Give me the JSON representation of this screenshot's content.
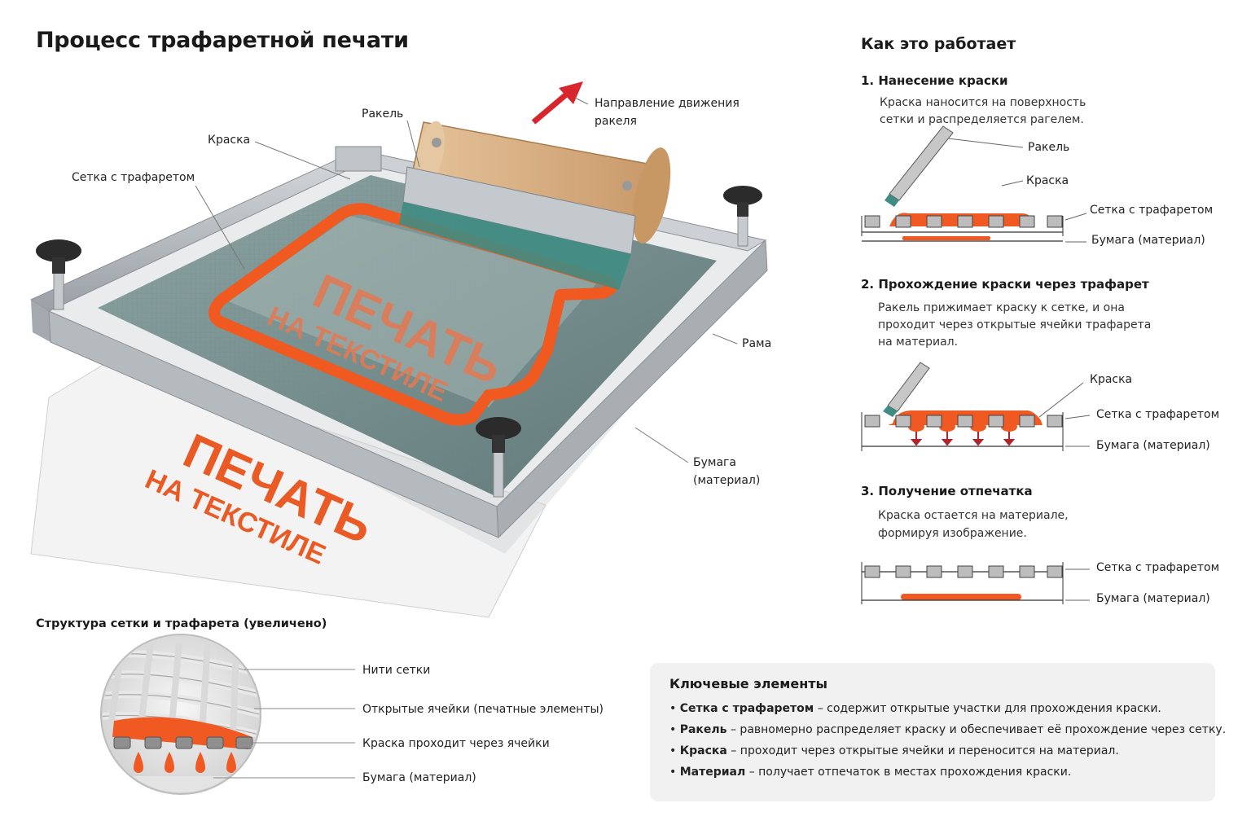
{
  "title": "Процесс трафаретной печати",
  "main_labels": {
    "ink": "Краска",
    "mesh_stencil": "Сетка с трафаретом",
    "squeegee": "Ракель",
    "direction_line1": "Направление движения",
    "direction_line2": "ракеля",
    "frame": "Рама",
    "paper_line1": "Бумага",
    "paper_line2": "(материал)"
  },
  "stencil_text": {
    "line1": "ПЕЧАТЬ",
    "line2": "НА ТЕКСТИЛЕ"
  },
  "how_it_works": {
    "heading": "Как это работает",
    "steps": [
      {
        "title": "1.  Нанесение краски",
        "desc_lines": [
          "Краска наносится на поверхность",
          "сетки и распределяется рагелем."
        ],
        "labels": [
          "Ракель",
          "Краска",
          "Сетка с трафаретом",
          "Бумага (материал)"
        ]
      },
      {
        "title": "2.  Прохождение краски через трафарет",
        "desc_lines": [
          "Ракель прижимает краску к сетке, и она",
          "проходит через открытые ячейки трафарета",
          "на материал."
        ],
        "labels": [
          "Краска",
          "Сетка с трафаретом",
          "Бумага (материал)"
        ]
      },
      {
        "title": "3.  Получение отпечатка",
        "desc_lines": [
          "Краска остается на материале,",
          "формируя изображение."
        ],
        "labels": [
          "Сетка с трафаретом",
          "Бумага (материал)"
        ]
      }
    ]
  },
  "magnified": {
    "title": "Структура сетки и трафарета (увеличено)",
    "labels": [
      "Нити сетки",
      "Открытые ячейки (печатные элементы)",
      "Краска проходит через ячейки",
      "Бумага (материал)"
    ]
  },
  "key_elements": {
    "heading": "Ключевые элементы",
    "items": [
      {
        "term": "Сетка с трафаретом",
        "text": " – содержит открытые участки для прохождения краски."
      },
      {
        "term": "Ракель",
        "text": " – равномерно распределяет краску и обеспечивает её прохождение через сетку."
      },
      {
        "term": "Краска",
        "text": " – проходит через открытые ячейки и переносится на материал."
      },
      {
        "term": "Материал",
        "text": " – получает отпечаток в местах прохождения краски."
      }
    ]
  },
  "colors": {
    "ink": "#f05a22",
    "frame": "#b9bec3",
    "mesh": "#7d9494",
    "wood": "#d9b48a",
    "arrow": "#d8262e",
    "key_bg": "#f1f1f1"
  }
}
